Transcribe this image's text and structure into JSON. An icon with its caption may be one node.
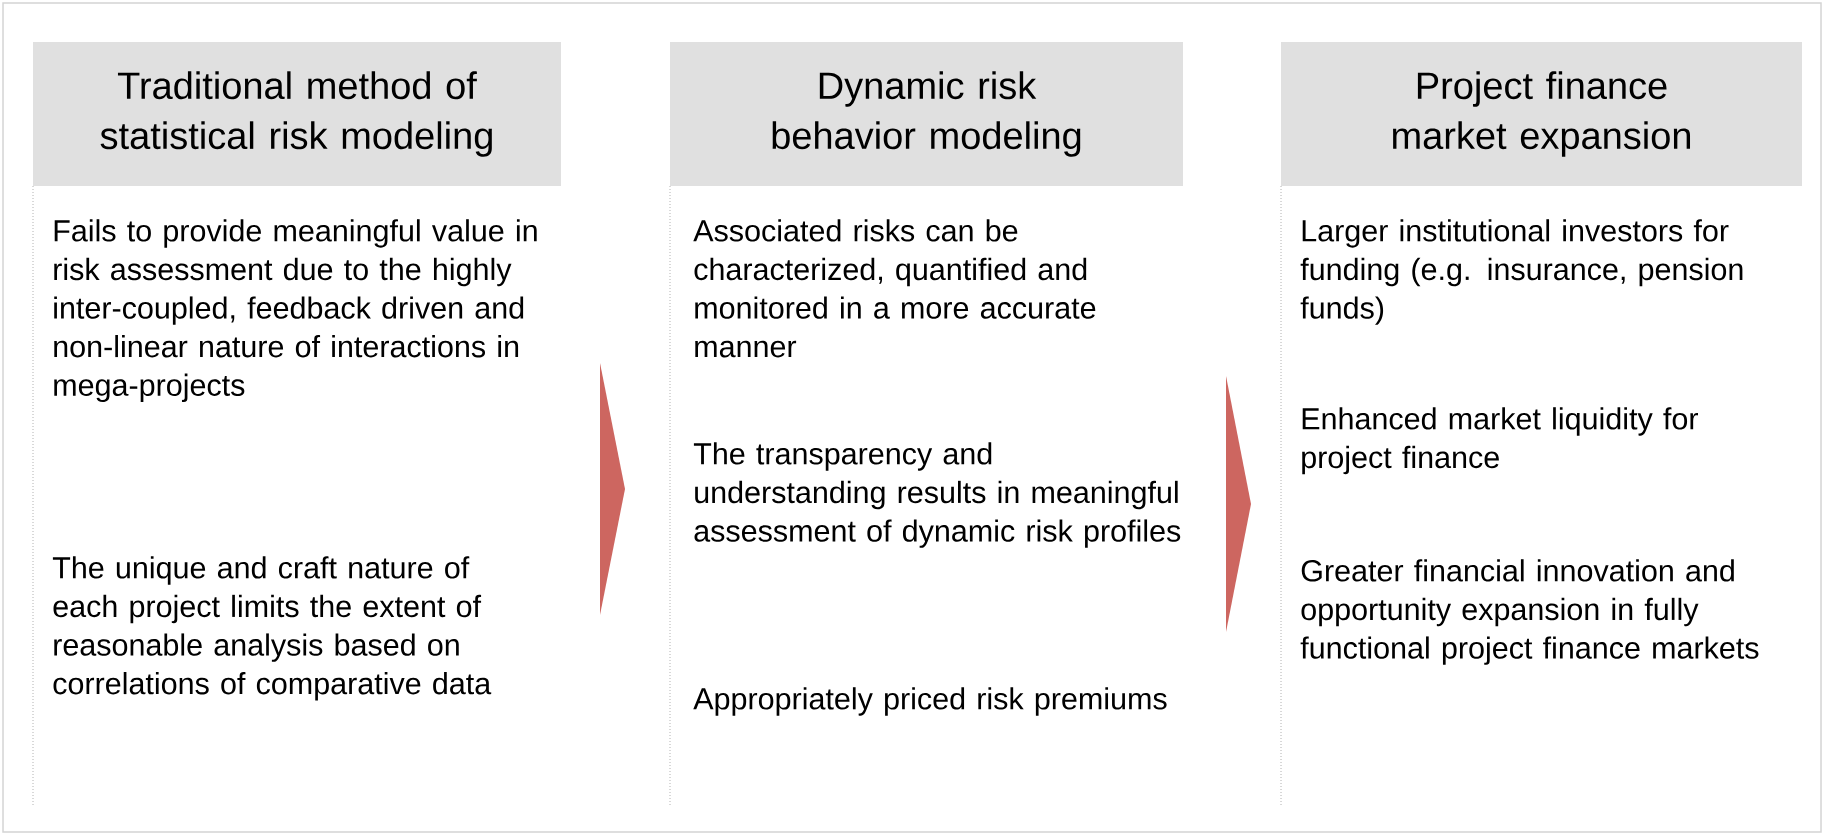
{
  "diagram": {
    "nodes": [
      {
        "text": [
          "Traditional method of statistical risk modeling",
          "Fails to provide meaningful value in risk assessment due to the highly inter-coupled, feedback driven and non-linear nature of interactions in mega-projects",
          "The unique and craft nature of each project limits the extent of reasonable analysis based on correlations of comparative data"
        ]
      },
      {
        "text": [
          "Dynamic risk behavior modeling",
          "Associated risks can be characterized, quantified and monitored in a more accurate manner",
          "The transparency and understanding results in meaningful assessment of dynamic risk profiles",
          "Appropriately priced risk premiums"
        ]
      },
      {
        "text": [
          "Project finance market expansion",
          "Larger institutional investors for funding (e.g. insurance, pension funds)",
          "Enhanced market liquidity for project finance",
          "Greater financial innovation and opportunity expansion in fully functional project finance markets"
        ]
      }
    ],
    "edges": [
      {
        "from": 0,
        "to": 1,
        "arrow": "to"
      },
      {
        "from": 1,
        "to": 2,
        "arrow": "to"
      }
    ]
  }
}
